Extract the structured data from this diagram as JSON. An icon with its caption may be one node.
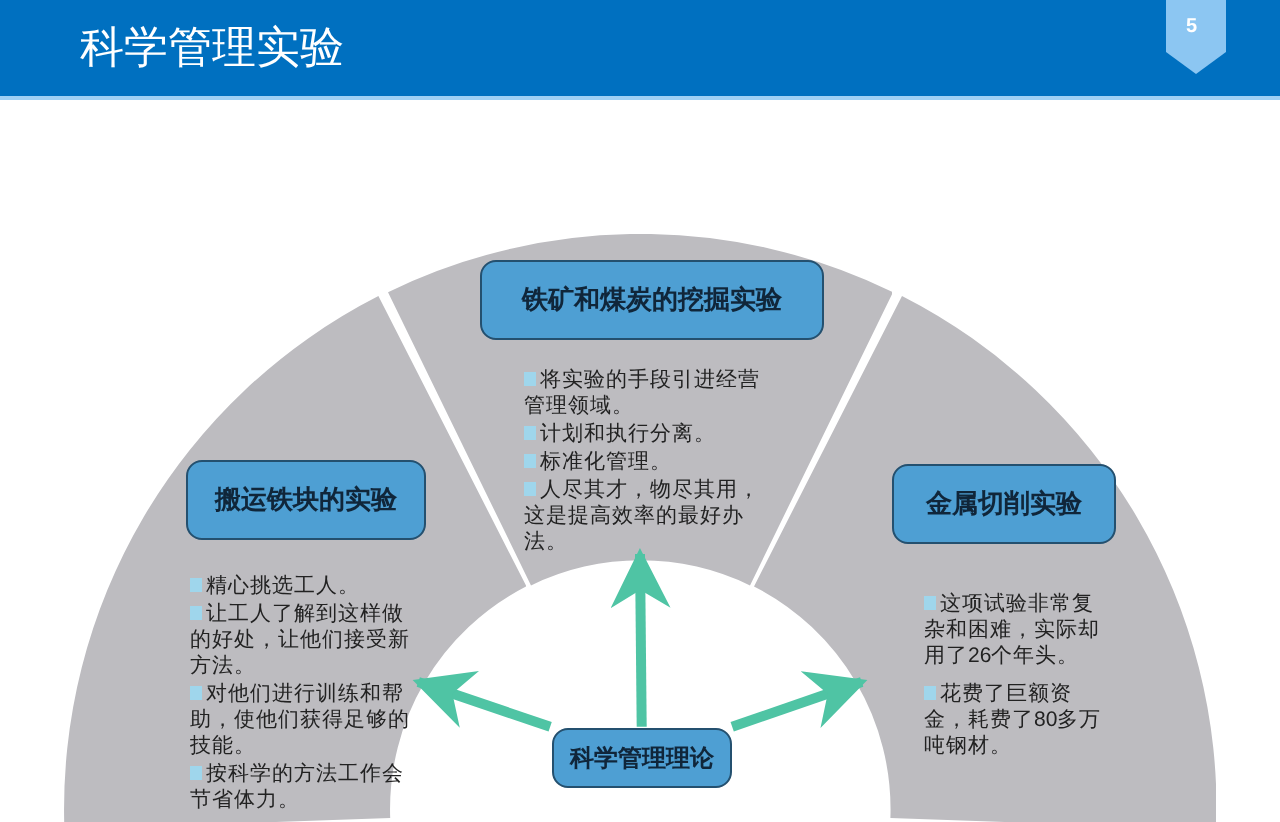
{
  "diagram": {
    "title": "科学管理实验",
    "nodes": [
      {
        "text": [
          "将实验的手段引进经营管理领域。",
          "计划和执行分离。",
          "标准化管理。",
          "人尽其才，物尽其用，这是提高效率的最好办法。"
        ]
      },
      {
        "text": [
          "铁矿和煤炭的挖掘实验"
        ],
        "in": 0
      },
      {
        "text": [
          "精心挑选工人。",
          "让工人了解到这样做的好处，让他们接受新方法。",
          "对他们进行训练和帮助，使他们获得足够的技能。",
          "按科学的方法工作会节省体力。"
        ]
      },
      {
        "text": [
          "搬运铁块的实验"
        ],
        "in": 2
      },
      {
        "text": [
          "这项试验非常复杂和困难，实际却用了26个年头。",
          "花费了巨额资金，耗费了80多万吨钢材。"
        ]
      },
      {
        "text": [
          "金属切削实验"
        ],
        "in": 4
      },
      {
        "text": [
          "科学管理理论"
        ]
      }
    ],
    "edges": [
      {
        "from": 6,
        "to": 0,
        "arrow": "to"
      },
      {
        "from": 6,
        "to": 2,
        "arrow": "to"
      },
      {
        "from": 6,
        "to": 4,
        "arrow": "to"
      }
    ],
    "labels": [
      "5"
    ]
  }
}
